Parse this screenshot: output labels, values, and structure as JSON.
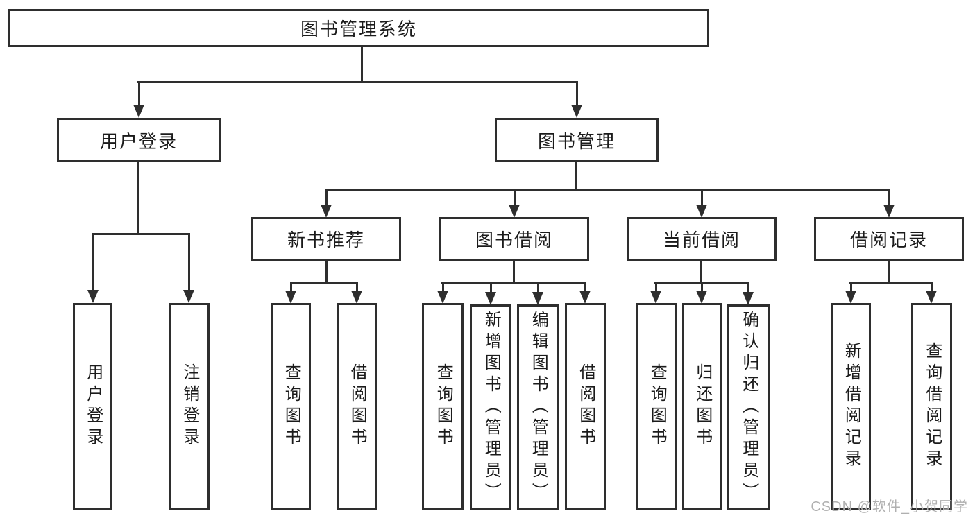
{
  "diagram": {
    "root": {
      "label": "图书管理系统"
    },
    "level2": [
      {
        "id": "user-login",
        "label": "用户登录",
        "parent": "图书管理系统"
      },
      {
        "id": "book-management",
        "label": "图书管理",
        "parent": "图书管理系统"
      }
    ],
    "level3": [
      {
        "id": "new-book-recommend",
        "label": "新书推荐",
        "parent": "图书管理"
      },
      {
        "id": "book-borrow",
        "label": "图书借阅",
        "parent": "图书管理"
      },
      {
        "id": "current-borrow",
        "label": "当前借阅",
        "parent": "图书管理"
      },
      {
        "id": "borrow-records",
        "label": "借阅记录",
        "parent": "图书管理"
      }
    ],
    "leaves": [
      {
        "label": "用户登录",
        "parent": "用户登录"
      },
      {
        "label": "注销登录",
        "parent": "用户登录"
      },
      {
        "label": "查询图书",
        "parent": "新书推荐"
      },
      {
        "label": "借阅图书",
        "parent": "新书推荐"
      },
      {
        "label": "查询图书",
        "parent": "图书借阅"
      },
      {
        "label": "新增图书（管理员）",
        "parent": "图书借阅"
      },
      {
        "label": "编辑图书（管理员）",
        "parent": "图书借阅"
      },
      {
        "label": "借阅图书",
        "parent": "图书借阅"
      },
      {
        "label": "查询图书",
        "parent": "当前借阅"
      },
      {
        "label": "归还图书",
        "parent": "当前借阅"
      },
      {
        "label": "确认归还（管理员）",
        "parent": "当前借阅"
      },
      {
        "label": "新增借阅记录",
        "parent": "借阅记录"
      },
      {
        "label": "查询借阅记录",
        "parent": "借阅记录"
      }
    ],
    "colors": {
      "line": "#2e2e2e",
      "text": "#1b1b1b",
      "background": "#ffffff",
      "watermark": "#b0b0b0"
    }
  },
  "watermark": {
    "text": "CSDN @软件_小贺同学"
  }
}
